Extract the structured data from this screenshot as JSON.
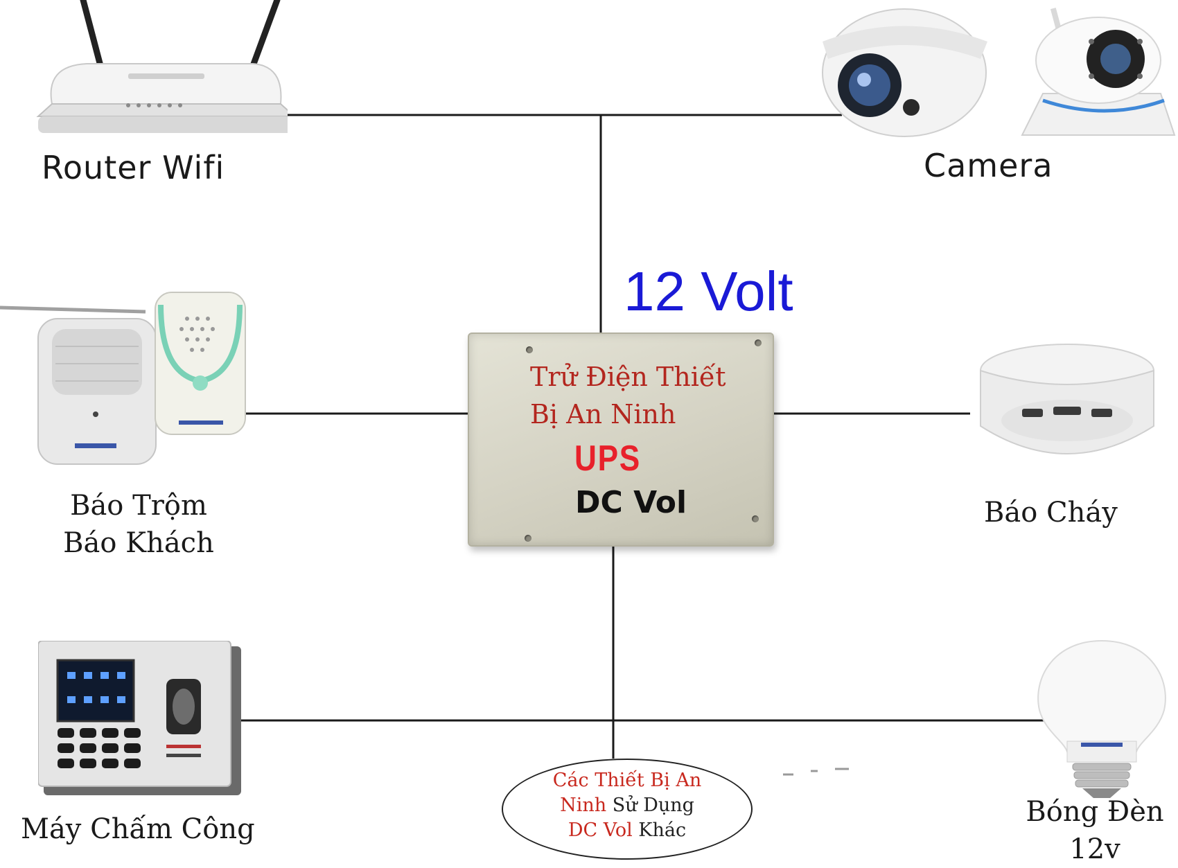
{
  "voltage_label": "12 Volt",
  "center": {
    "title_line1": "Trử Điện Thiết",
    "title_line2": "Bị An Ninh",
    "ups": "UPS",
    "dc": "DC Vol"
  },
  "devices": {
    "router": "Router Wifi",
    "camera": "Camera",
    "alarm_line1": "Báo Trộm",
    "alarm_line2": "Báo Khách",
    "fire": "Báo Cháy",
    "timeclock": "Máy Chấm Công",
    "bulb_line1": "Bóng Đèn",
    "bulb_line2": "12v"
  },
  "other_devices": {
    "line1_red": "Các Thiết Bị An",
    "line2_red": "Ninh",
    "line2_dark": " Sử Dụng",
    "line3_red": "DC Vol",
    "line3_dark": " Khác"
  },
  "colors": {
    "voltage": "#1a1ad6",
    "title_red": "#b3261e",
    "ups_red": "#e8212b",
    "wire": "#1a1a1a"
  }
}
